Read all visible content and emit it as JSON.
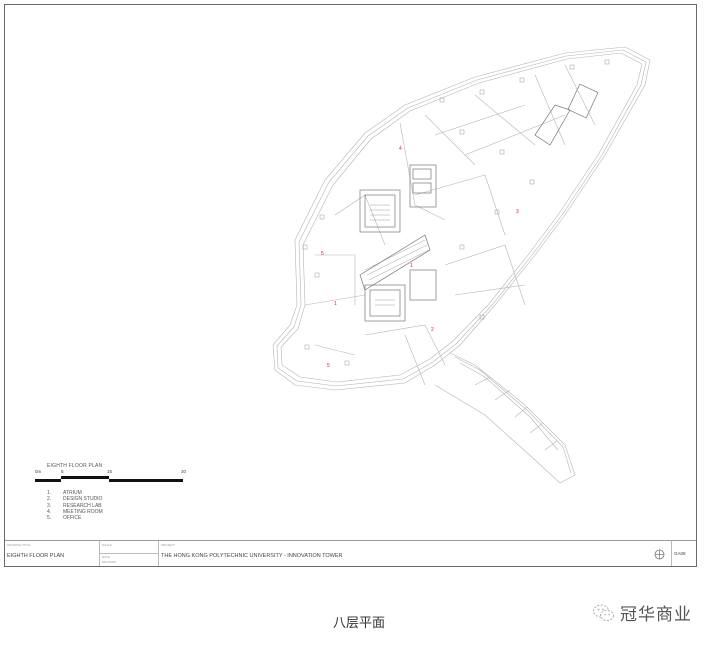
{
  "drawing": {
    "plan_title": "EIGHTH FLOOR PLAN",
    "scale": {
      "labels": [
        "0m",
        "5",
        "15",
        "30"
      ]
    },
    "legend": [
      {
        "num": "1.",
        "label": "ATRIUM"
      },
      {
        "num": "2.",
        "label": "DESIGN STUDIO"
      },
      {
        "num": "3.",
        "label": "RESEARCH LAB"
      },
      {
        "num": "4.",
        "label": "MEETING ROOM"
      },
      {
        "num": "5.",
        "label": "OFFICE"
      }
    ],
    "room_labels": [
      "4",
      "3",
      "5",
      "1",
      "1",
      "2",
      "5"
    ],
    "colors": {
      "room_label": "#e02020",
      "linework": "#9a9a9a",
      "border": "#6a6a6a"
    }
  },
  "title_block": {
    "drawing_title_label": "DRAWING TITLE",
    "drawing_title": "EIGHTH FLOOR PLAN",
    "scale_label": "SCALE",
    "date_label": "DATE",
    "date_sub": "REVISION",
    "project_label": "PROJECT",
    "project": "THE HONG KONG POLYTECHNIC UNIVERSITY - INNOVATION TOWER",
    "north_symbol": "north-arrow",
    "firm": "GA08"
  },
  "caption": "八层平面",
  "brand": {
    "icon": "wechat-icon",
    "name": "冠华商业"
  }
}
